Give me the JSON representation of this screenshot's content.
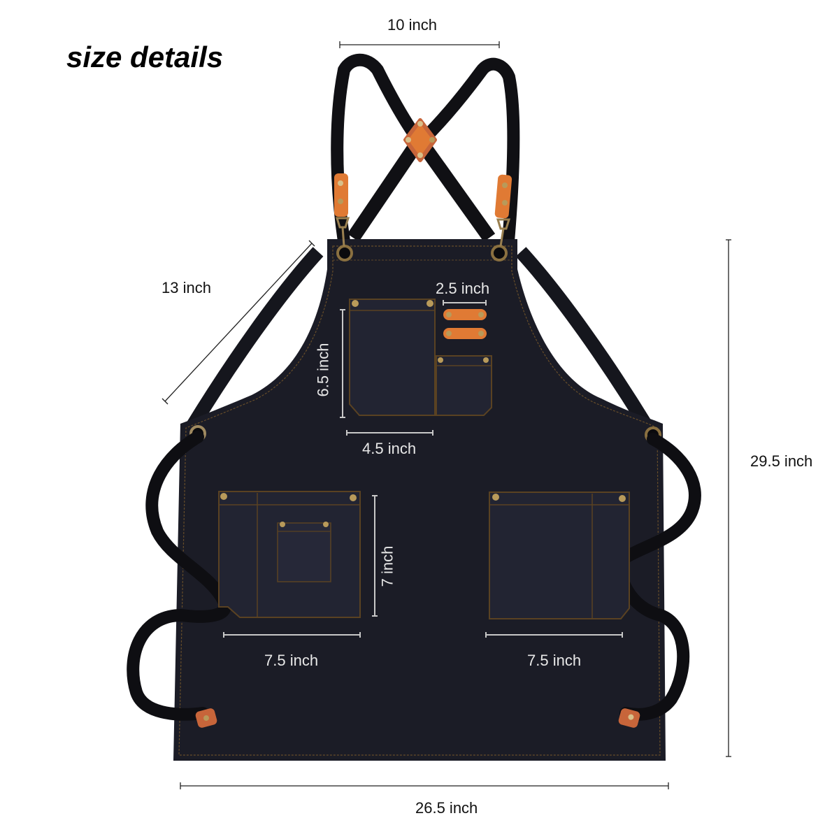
{
  "title": "size details",
  "colors": {
    "fabric": "#1b1c26",
    "fabric_pocket": "#222432",
    "stitch": "#7a5a2a",
    "strap": "#101014",
    "leather": "#e07a34",
    "brass": "#b89a5a",
    "dim_line_outer": "#222222",
    "dim_line_inner": "#c8c8c8"
  },
  "dimensions": {
    "strap_span": {
      "label": "10 inch"
    },
    "neck_strap": {
      "label": "13 inch"
    },
    "total_length": {
      "label": "29.5 inch"
    },
    "bottom_width": {
      "label": "26.5 inch"
    },
    "chest_pocket_height": {
      "label": "6.5 inch"
    },
    "chest_pocket_width": {
      "label": "4.5 inch"
    },
    "pen_loops_width": {
      "label": "2.5 inch"
    },
    "left_pocket_height": {
      "label": "7 inch"
    },
    "left_pocket_width": {
      "label": "7.5 inch"
    },
    "right_pocket_width": {
      "label": "7.5 inch"
    }
  }
}
